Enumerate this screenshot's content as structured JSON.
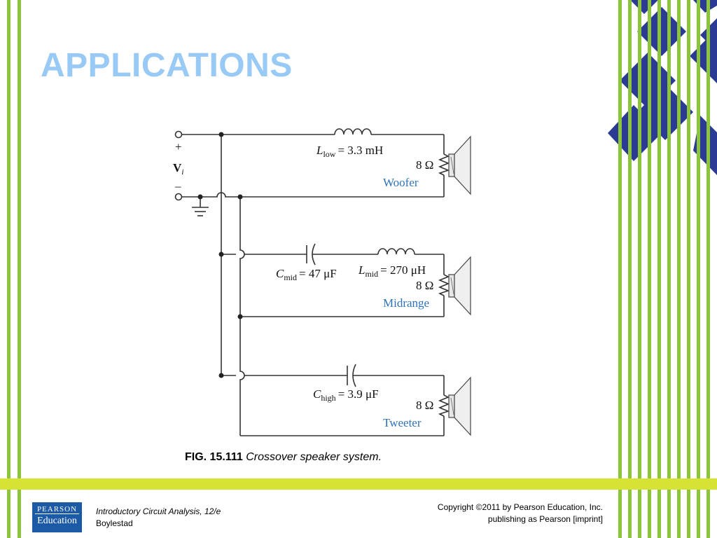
{
  "slide": {
    "title": "APPLICATIONS"
  },
  "figure": {
    "caption_number": "FIG. 15.111",
    "caption_text": "Crossover speaker system.",
    "input_plus": "+",
    "input_minus": "–",
    "input_label": "V",
    "input_subscript": "i",
    "woofer": {
      "inductor_label": "L",
      "inductor_sub": "low",
      "inductor_value": "= 3.3 mH",
      "resistance": "8 Ω",
      "speaker_name": "Woofer"
    },
    "midrange": {
      "capacitor_label": "C",
      "capacitor_sub": "mid",
      "capacitor_value": "= 47 μF",
      "inductor_label": "L",
      "inductor_sub": "mid",
      "inductor_value": "= 270 μH",
      "resistance": "8 Ω",
      "speaker_name": "Midrange"
    },
    "tweeter": {
      "capacitor_label": "C",
      "capacitor_sub": "high",
      "capacitor_value": "= 3.9 μF",
      "resistance": "8 Ω",
      "speaker_name": "Tweeter"
    }
  },
  "footer": {
    "logo_line1": "PEARSON",
    "logo_line2": "Education",
    "book_title": "Introductory Circuit Analysis, 12/e",
    "author": "Boylestad",
    "copyright_line1": "Copyright ©2011 by Pearson Education, Inc.",
    "copyright_line2": "publishing as Pearson [imprint]"
  },
  "colors": {
    "title": "#99c9f5",
    "stripe_green": "#8cc43c",
    "diamond_blue": "#2b3b94",
    "footer_band": "#d7e334",
    "label_blue": "#2e73b8"
  }
}
